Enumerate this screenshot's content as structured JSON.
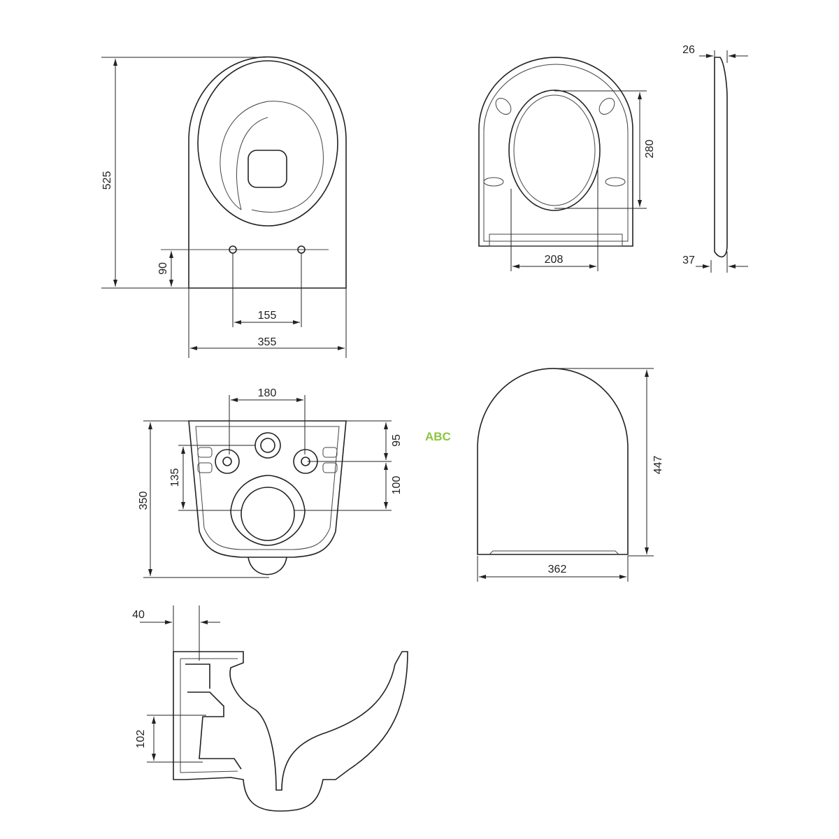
{
  "dimensions": {
    "top_view": {
      "height": "525",
      "hole_height": "90",
      "hole_spacing": "155",
      "width": "355"
    },
    "seat_view": {
      "opening_length": "280",
      "opening_width": "208"
    },
    "seat_side": {
      "top_thickness": "26",
      "bottom_thickness": "37"
    },
    "bottom_view": {
      "mount_spacing": "180",
      "depth": "350",
      "offset_135": "135",
      "offset_95": "95",
      "offset_100": "100"
    },
    "lid_view": {
      "length": "447",
      "width": "362"
    },
    "side_section": {
      "wall_gap": "40",
      "outlet_height": "102"
    }
  },
  "watermark": {
    "text": "ABC",
    "color": "#8cc63f"
  }
}
